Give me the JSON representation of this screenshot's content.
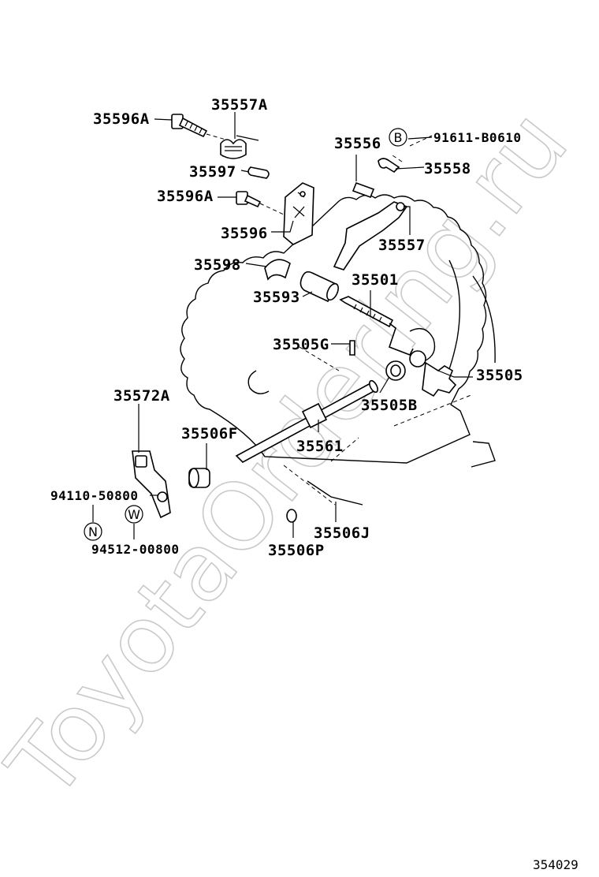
{
  "diagram": {
    "watermark": "ToyotaOrdering.ru",
    "diagram_code": "354029",
    "labels": {
      "p35596A_top": "35596A",
      "p35557A": "35557A",
      "p35597": "35597",
      "p35596A_mid": "35596A",
      "p35596": "35596",
      "p35598": "35598",
      "p35593": "35593",
      "p35556": "35556",
      "p91611": "91611-B0610",
      "p35558": "35558",
      "p35557": "35557",
      "p35501": "35501",
      "p35505G": "35505G",
      "p35505": "35505",
      "p35505B": "35505B",
      "p35572A": "35572A",
      "p35506F": "35506F",
      "p35561": "35561",
      "p94110": "94110-50800",
      "p94512": "94512-00800",
      "p35506J": "35506J",
      "p35506P": "35506P"
    },
    "markers": {
      "b": "B",
      "n": "N",
      "w": "W"
    }
  }
}
